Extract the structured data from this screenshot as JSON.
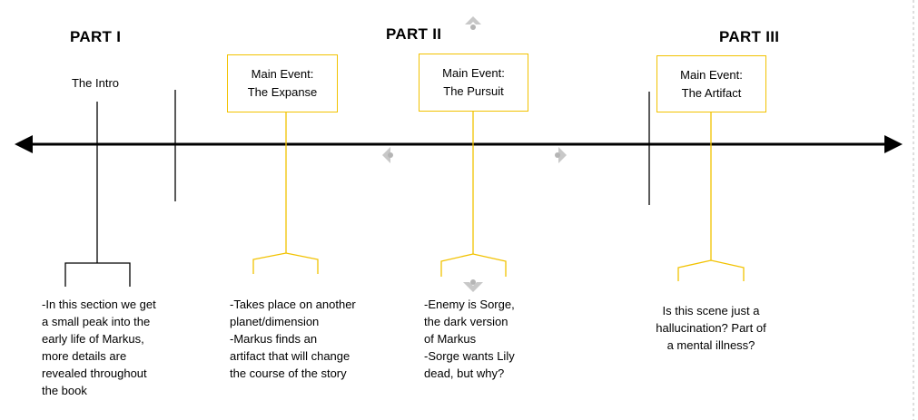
{
  "parts": [
    {
      "title": "PART I"
    },
    {
      "title": "PART II"
    },
    {
      "title": "PART III"
    }
  ],
  "intro": {
    "label": "The Intro"
  },
  "events": [
    {
      "line1": "Main Event:",
      "line2": "The Expanse"
    },
    {
      "line1": "Main Event:",
      "line2": "The Pursuit"
    },
    {
      "line1": "Main Event:",
      "line2": "The Artifact"
    }
  ],
  "descriptions": [
    {
      "lines": [
        "-In this section we get",
        "a small peak into the",
        "early life of Markus,",
        "more details are",
        "revealed throughout",
        "the book"
      ]
    },
    {
      "lines": [
        "-Takes place on another",
        "planet/dimension",
        "-Markus finds an",
        "artifact that will change",
        "the course of the story"
      ]
    },
    {
      "lines": [
        "-Enemy is Sorge,",
        "the dark version",
        "of Markus",
        "-Sorge wants Lily",
        "dead, but why?"
      ]
    },
    {
      "lines": [
        "Is this scene just a",
        "hallucination? Part of",
        "a mental illness?"
      ]
    }
  ],
  "colors": {
    "accent": "#f2c200",
    "timeline": "#000000",
    "handle": "#c8c8c8",
    "page_border": "#bdbdbd"
  },
  "icons": [
    "nav-arrow-up-icon",
    "nav-arrow-left-icon",
    "nav-arrow-right-icon",
    "nav-arrow-down-icon"
  ]
}
